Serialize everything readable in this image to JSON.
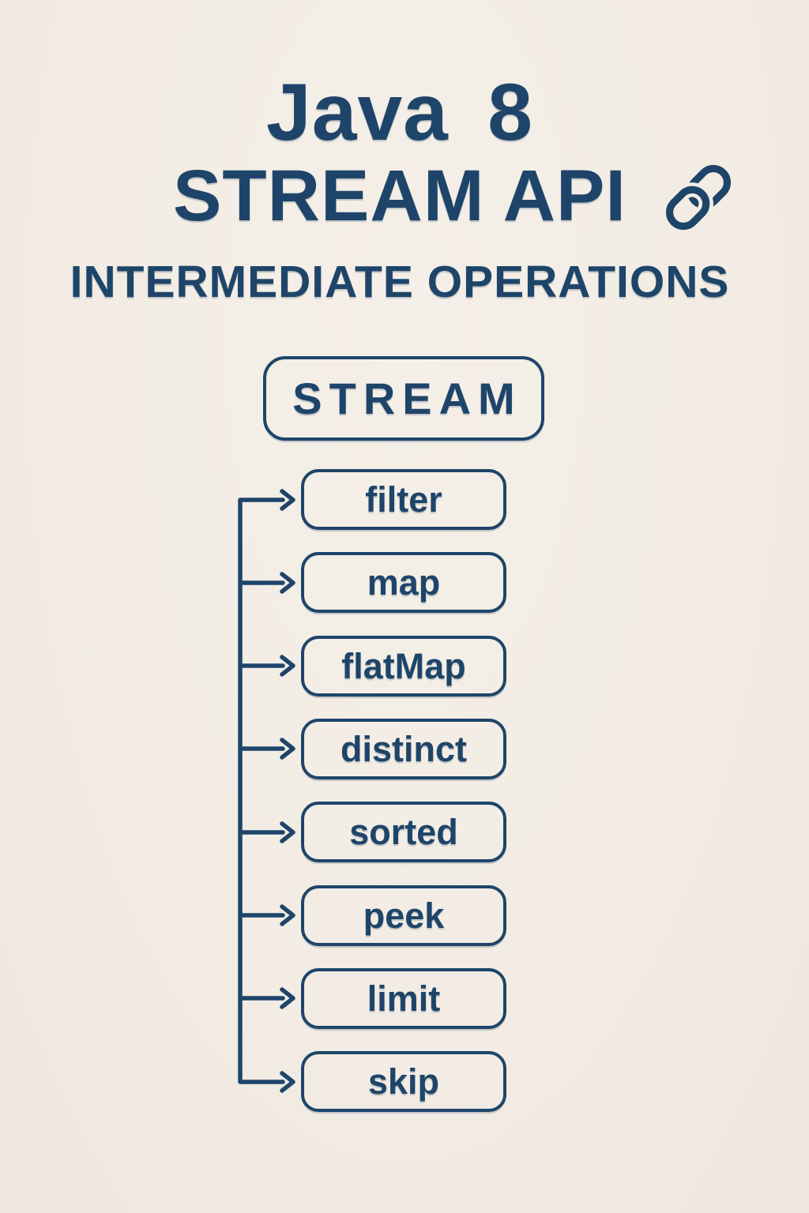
{
  "page": {
    "background_color": "#f2ece4",
    "accent_color": "#1e4569"
  },
  "header": {
    "title_line1": "Java 8",
    "title_line2": "STREAM API",
    "icon": "chain-link-icon",
    "subtitle": "INTERMEDIATE OPERATIONS"
  },
  "diagram": {
    "source_label": "STREAM",
    "operations": [
      "filter",
      "map",
      "flatMap",
      "distinct",
      "sorted",
      "peek",
      "limit",
      "skip"
    ]
  }
}
